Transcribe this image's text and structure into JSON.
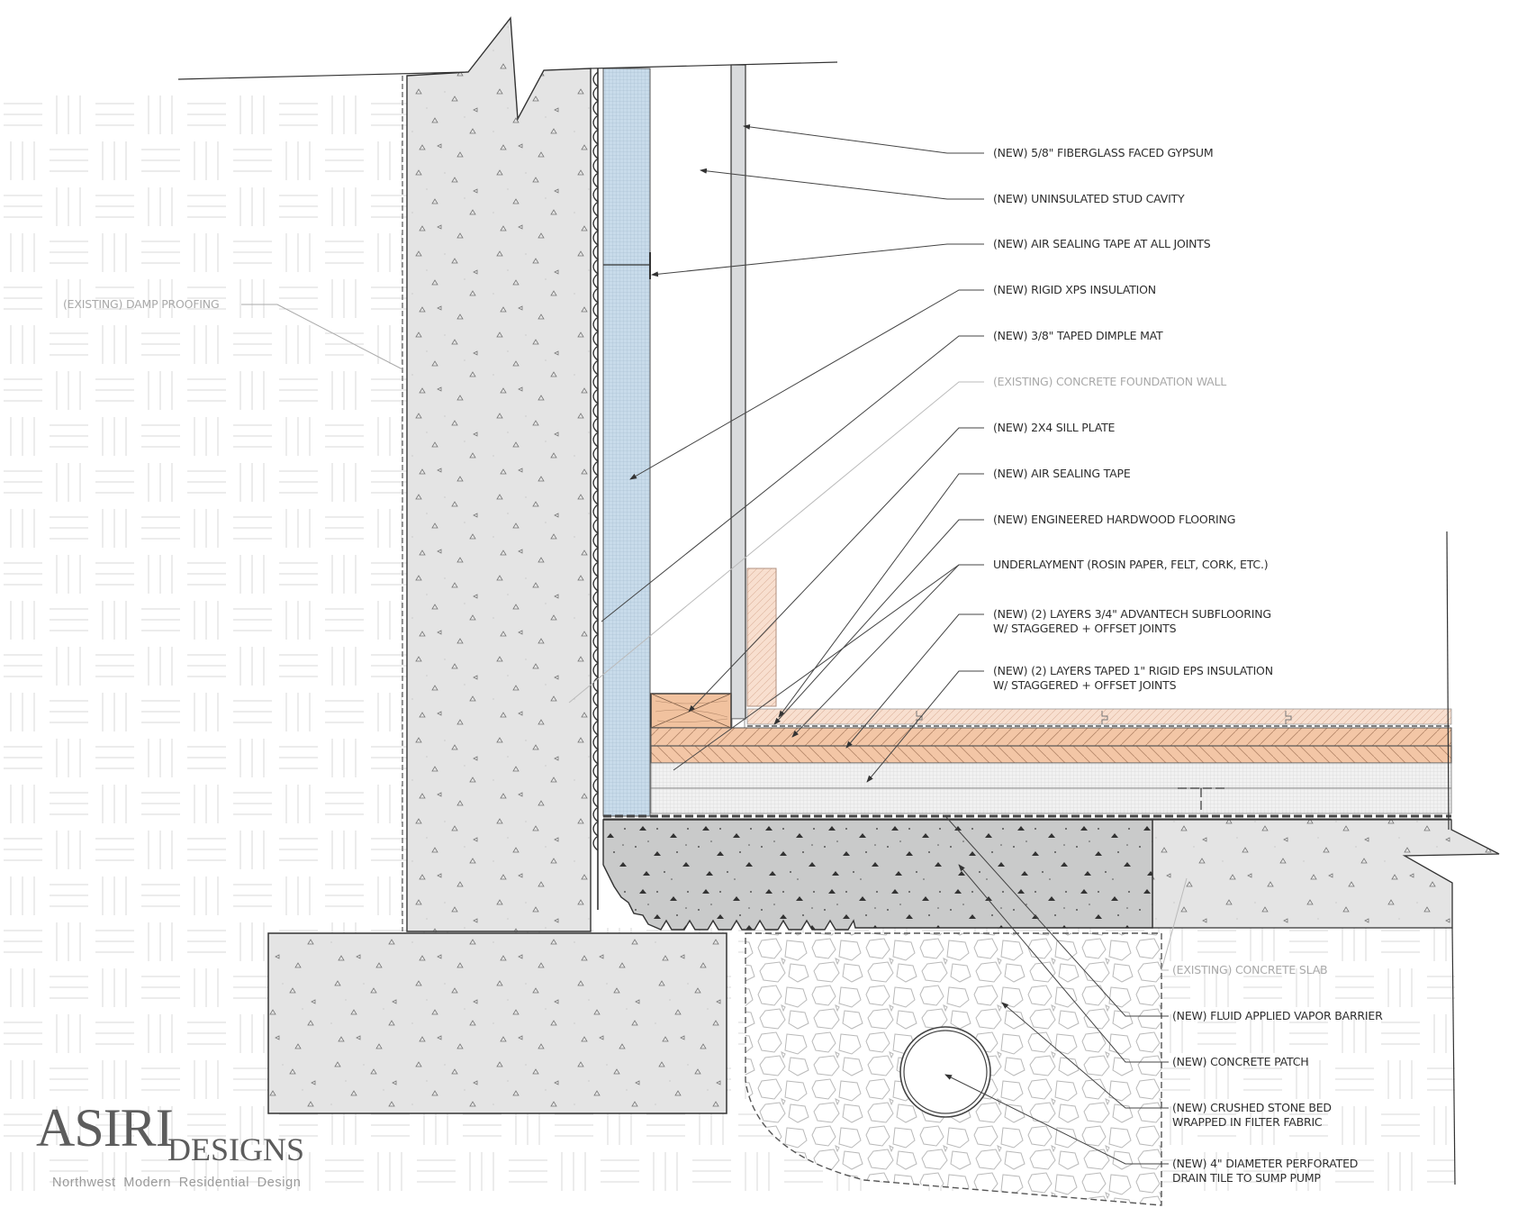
{
  "title": "Basement Wall & Floor Insulation Section Detail",
  "colors": {
    "xps_insulation": "#c8dbea",
    "wood": "#f2c4a4",
    "wood_light": "#f6dccb",
    "concrete_existing": "#e4e4e4",
    "concrete_patch": "#c9caca",
    "eps_insulation": "#eeeeee",
    "gypsum": "#d9dbdd",
    "label_new": "#2e2e2e",
    "label_existing": "#a9a9a9",
    "earth_pattern": "#d8d8d8"
  },
  "labels_right": [
    {
      "id": "gypsum",
      "text": "(NEW) 5/8\" FIBERGLASS FACED GYPSUM",
      "existing": false
    },
    {
      "id": "stud-cavity",
      "text": "(NEW) UNINSULATED STUD CAVITY",
      "existing": false
    },
    {
      "id": "air-seal-joints",
      "text": "(NEW) AIR SEALING TAPE AT ALL JOINTS",
      "existing": false
    },
    {
      "id": "xps",
      "text": "(NEW) RIGID XPS INSULATION",
      "existing": false
    },
    {
      "id": "dimple-mat",
      "text": "(NEW) 3/8\" TAPED DIMPLE MAT",
      "existing": false
    },
    {
      "id": "foundation-wall",
      "text": "(EXISTING) CONCRETE FOUNDATION WALL",
      "existing": true
    },
    {
      "id": "sill-plate",
      "text": "(NEW) 2X4 SILL PLATE",
      "existing": false
    },
    {
      "id": "air-seal-tape",
      "text": "(NEW) AIR SEALING TAPE",
      "existing": false
    },
    {
      "id": "hardwood",
      "text": "(NEW) ENGINEERED HARDWOOD FLOORING",
      "existing": false
    },
    {
      "id": "underlayment",
      "text": "UNDERLAYMENT (ROSIN PAPER, FELT, CORK, ETC.)",
      "existing": false
    },
    {
      "id": "subfloor",
      "text": "(NEW) (2) LAYERS 3/4\" ADVANTECH SUBFLOORING",
      "text2": "W/ STAGGERED + OFFSET JOINTS",
      "existing": false
    },
    {
      "id": "eps",
      "text": "(NEW) (2) LAYERS TAPED 1\" RIGID EPS INSULATION",
      "text2": "W/ STAGGERED + OFFSET JOINTS",
      "existing": false
    }
  ],
  "labels_left": [
    {
      "id": "damp-proofing",
      "text": "(EXISTING) DAMP PROOFING",
      "existing": true
    }
  ],
  "labels_bottom": [
    {
      "id": "existing-slab",
      "text": "(EXISTING) CONCRETE SLAB",
      "existing": true
    },
    {
      "id": "vapor-barrier",
      "text": "(NEW) FLUID APPLIED VAPOR BARRIER",
      "existing": false
    },
    {
      "id": "concrete-patch",
      "text": "(NEW) CONCRETE PATCH",
      "existing": false
    },
    {
      "id": "stone-bed",
      "text": "(NEW) CRUSHED STONE BED",
      "text2": "WRAPPED IN FILTER FABRIC",
      "existing": false
    },
    {
      "id": "drain-tile",
      "text": "(NEW) 4\" DIAMETER PERFORATED",
      "text2": "DRAIN TILE TO SUMP PUMP",
      "existing": false
    }
  ],
  "logo": {
    "main": "ASIRI",
    "sub": "DESIGNS",
    "tagline": "Northwest Modern Residential Design"
  }
}
